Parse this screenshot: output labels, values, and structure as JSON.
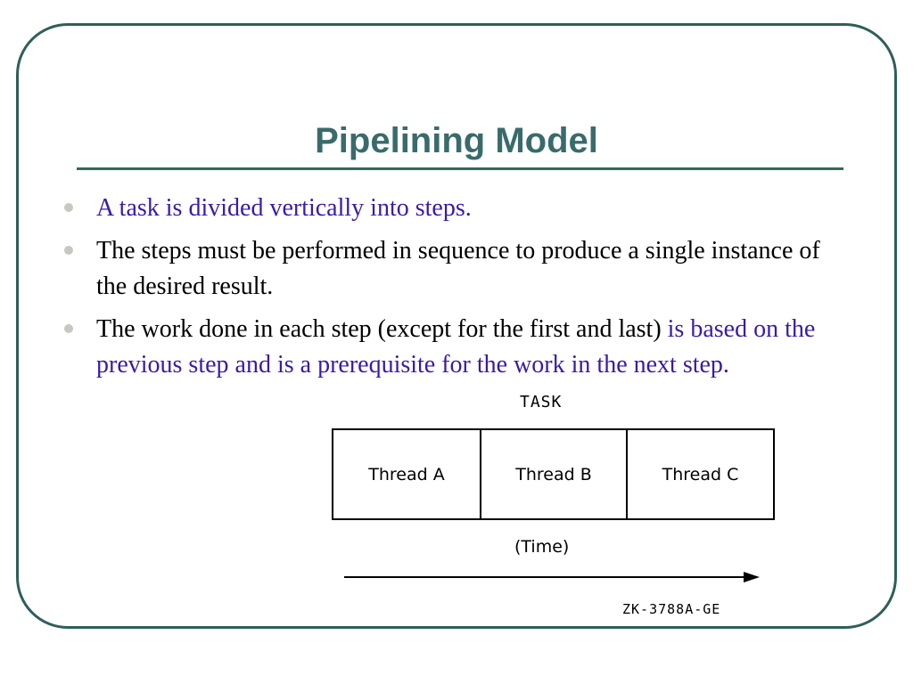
{
  "slide": {
    "title": "Pipelining Model",
    "bullets": [
      {
        "text": "A task is divided vertically into steps."
      },
      {
        "text": "The steps must be performed in sequence to produce a single instance of the desired result."
      },
      {
        "text_plain": "The work done in each step (except for the first and last) ",
        "text_highlight": "is based on the previous step and is a prerequisite for the work in the next step."
      }
    ]
  },
  "diagram": {
    "task_label": "TASK",
    "threads": [
      "Thread A",
      "Thread B",
      "Thread C"
    ],
    "time_label": "(Time)",
    "figure_code": "ZK-3788A-GE"
  },
  "colors": {
    "title": "#3a6b6b",
    "highlight_text": "#3a1aa8",
    "frame": "#2f5f5a"
  }
}
